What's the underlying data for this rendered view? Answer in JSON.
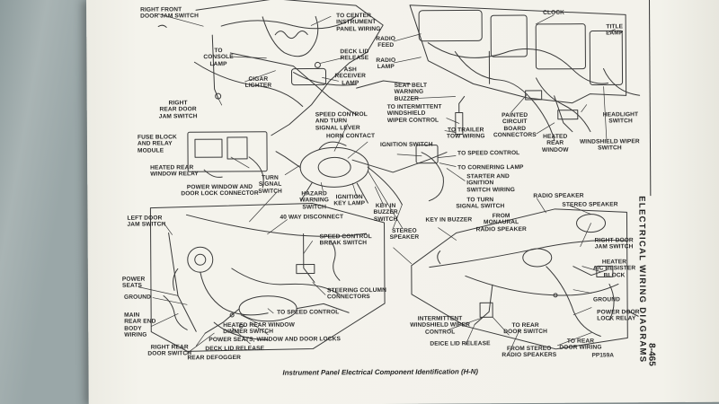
{
  "diagram": {
    "caption": "Instrument Panel Electrical Component Identification (H-N)",
    "side_title": "ELECTRICAL WIRING DIAGRAMS",
    "page_number": "8-465",
    "figure_code": "PP159A",
    "colors": {
      "paper": "#f3f2eb",
      "ink": "#2a2a2a",
      "background": "#9aa7a8"
    },
    "labels": [
      {
        "id": "right-front-door-jam-switch",
        "text": "RIGHT FRONT\nDOOR JAM SWITCH"
      },
      {
        "id": "to-center-instrument-panel-wiring",
        "text": "TO CENTER\nINSTRUMENT\nPANEL WIRING"
      },
      {
        "id": "clock",
        "text": "CLOCK"
      },
      {
        "id": "title-lamp",
        "text": "TITLE\nLAMP"
      },
      {
        "id": "to-console-lamp",
        "text": "TO\nCONSOLE\nLAMP"
      },
      {
        "id": "deck-lid-release",
        "text": "DECK LID\nRELEASE"
      },
      {
        "id": "radio-feed",
        "text": "RADIO\nFEED"
      },
      {
        "id": "radio-lamp",
        "text": "RADIO\nLAMP"
      },
      {
        "id": "cigar-lighter",
        "text": "CIGAR\nLIGHTER"
      },
      {
        "id": "ash-receiver-lamp",
        "text": "ASH\nRECEIVER\nLAMP"
      },
      {
        "id": "right-rear-door-jam-switch",
        "text": "RIGHT\nREAR DOOR\nJAM SWITCH"
      },
      {
        "id": "seat-belt-warning-buzzer",
        "text": "SEAT BELT\nWARNING\nBUZZER"
      },
      {
        "id": "to-intermittent-windshield-wiper-control",
        "text": "TO INTERMITTENT\nWINDSHIELD\nWIPER CONTROL"
      },
      {
        "id": "headlight-switch",
        "text": "HEADLIGHT\nSWITCH"
      },
      {
        "id": "painted-circuit-board-connectors",
        "text": "PAINTED\nCIRCUIT\nBOARD\nCONNECTORS"
      },
      {
        "id": "speed-control-and-turn-signal-lever",
        "text": "SPEED CONTROL\nAND TURN\nSIGNAL LEVER"
      },
      {
        "id": "horn-contact",
        "text": "HORN CONTACT"
      },
      {
        "id": "ignition-switch",
        "text": "IGNITION SWITCH"
      },
      {
        "id": "to-trailer-tow-wiring",
        "text": "TO TRAILER\nTOW WIRING"
      },
      {
        "id": "fuse-block-and-relay-module",
        "text": "FUSE BLOCK\nAND RELAY\nMODULE"
      },
      {
        "id": "heated-rear-window",
        "text": "HEATED\nREAR\nWINDOW"
      },
      {
        "id": "windshield-wiper-switch",
        "text": "WINDSHIELD WIPER\nSWITCH"
      },
      {
        "id": "to-speed-control-top",
        "text": "TO SPEED CONTROL"
      },
      {
        "id": "heated-rear-window-relay",
        "text": "HEATED REAR\nWINDOW RELAY"
      },
      {
        "id": "to-cornering-lamp",
        "text": "TO CORNERING LAMP"
      },
      {
        "id": "turn-signal-switch",
        "text": "TURN\nSIGNAL\nSWITCH"
      },
      {
        "id": "starter-and-ignition-switch-wiring",
        "text": "STARTER AND\nIGNITION\nSWITCH WIRING"
      },
      {
        "id": "power-window-and-door-lock-connector",
        "text": "POWER WINDOW AND\nDOOR LOCK CONNECTOR"
      },
      {
        "id": "hazard-warning-switch",
        "text": "HAZARD\nWARNING\nSWITCH"
      },
      {
        "id": "ignition-key-lamp",
        "text": "IGNITION\nKEY LAMP"
      },
      {
        "id": "key-in-buzzer-switch",
        "text": "KEY IN\nBUZZER\nSWITCH"
      },
      {
        "id": "to-turn-signal-switch",
        "text": "TO TURN\nSIGNAL SWITCH"
      },
      {
        "id": "radio-speaker",
        "text": "RADIO SPEAKER"
      },
      {
        "id": "key-in-buzzer",
        "text": "KEY IN BUZZER"
      },
      {
        "id": "stereo-speaker-top",
        "text": "STEREO SPEAKER"
      },
      {
        "id": "left-door-jam-switch",
        "text": "LEFT DOOR\nJAM SWITCH"
      },
      {
        "id": "40-way-disconnect",
        "text": "40 WAY DISCONNECT"
      },
      {
        "id": "from-monaural-radio-speaker",
        "text": "FROM\nMONAURAL\nRADIO SPEAKER"
      },
      {
        "id": "speed-control-break-switch",
        "text": "SPEED CONTROL\nBREAK SWITCH"
      },
      {
        "id": "stereo-speaker-left",
        "text": "STEREO\nSPEAKER"
      },
      {
        "id": "right-door-jam-switch",
        "text": "RIGHT DOOR\nJAM SWITCH"
      },
      {
        "id": "heater-ac-resister-block",
        "text": "HEATER\nA/C RESISTER\nBLOCK"
      },
      {
        "id": "power-seats",
        "text": "POWER\nSEATS"
      },
      {
        "id": "ground-left",
        "text": "GROUND"
      },
      {
        "id": "ground-right",
        "text": "GROUND"
      },
      {
        "id": "steering-column-connectors",
        "text": "STEERING COLUMN\nCONNECTORS"
      },
      {
        "id": "power-door-lock-relay",
        "text": "POWER DOOR\nLOCK RELAY"
      },
      {
        "id": "main-rear-end-body-wiring",
        "text": "MAIN\nREAR END\nBODY\nWIRING"
      },
      {
        "id": "to-speed-control-bottom",
        "text": "TO SPEED CONTROL"
      },
      {
        "id": "intermittent-windshield-wiper-control",
        "text": "INTERMITTENT\nWINDSHIELD WIPER\nCONTROL"
      },
      {
        "id": "heated-rear-window-dimmer-switch",
        "text": "HEATED REAR WINDOW\nDIMMER SWITCH"
      },
      {
        "id": "to-rear-door-switch",
        "text": "TO REAR\nDOOR SWITCH"
      },
      {
        "id": "power-seats-window-and-door-locks",
        "text": "POWER SEATS, WINDOW AND DOOR LOCKS"
      },
      {
        "id": "to-rear-door-wiring",
        "text": "TO REAR\nDOOR WIRING"
      },
      {
        "id": "right-rear-door-switch",
        "text": "RIGHT REAR\nDOOR SWITCH"
      },
      {
        "id": "deck-lid-release-bottom",
        "text": "DECK LID RELEASE"
      },
      {
        "id": "rear-defogger",
        "text": "REAR DEFOGGER"
      },
      {
        "id": "deice-lid-release",
        "text": "DEICE LID RELEASE"
      },
      {
        "id": "from-stereo-radio-speakers",
        "text": "FROM STEREO\nRADIO SPEAKERS"
      }
    ]
  }
}
